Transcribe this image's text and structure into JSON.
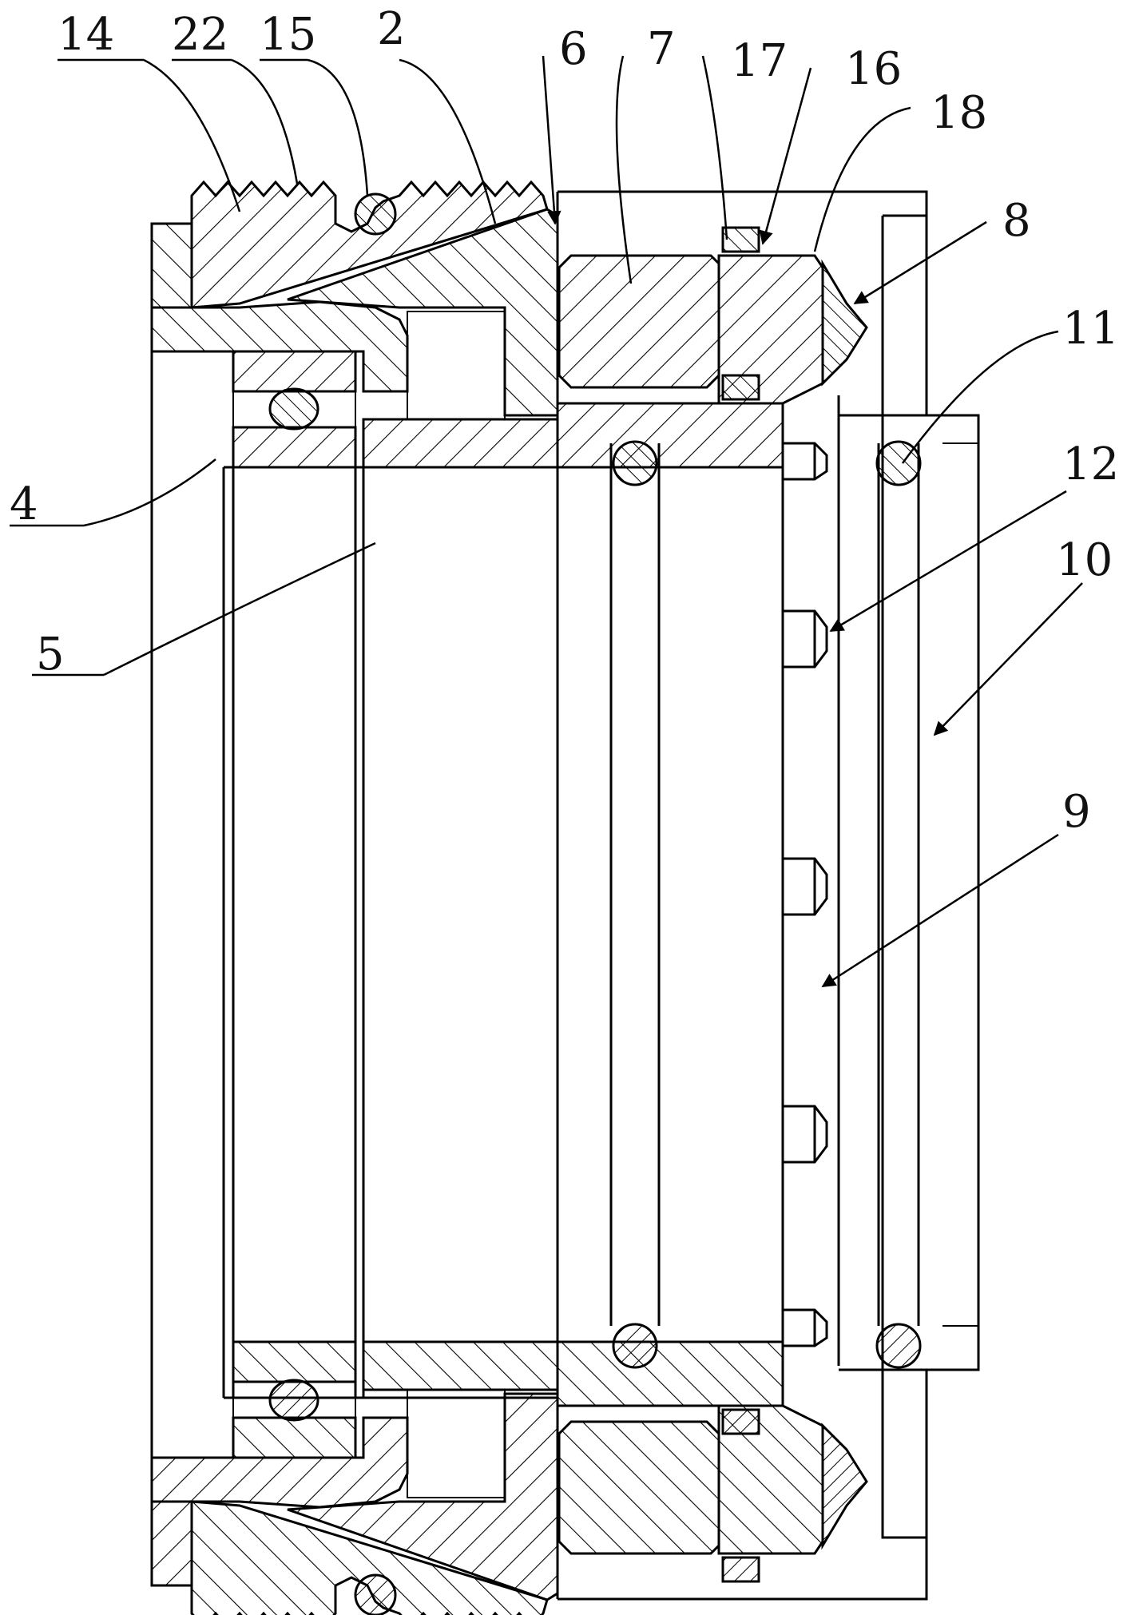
{
  "drawing": {
    "colors": {
      "line": "#000000",
      "background": "#ffffff"
    },
    "callouts": [
      {
        "id": "c14",
        "text": "14",
        "underlined": true
      },
      {
        "id": "c22",
        "text": "22",
        "underlined": true
      },
      {
        "id": "c15",
        "text": "15",
        "underlined": true
      },
      {
        "id": "c2",
        "text": "2",
        "underlined": false
      },
      {
        "id": "c6",
        "text": "6",
        "underlined": false
      },
      {
        "id": "c7",
        "text": "7",
        "underlined": false
      },
      {
        "id": "c17",
        "text": "17",
        "underlined": false
      },
      {
        "id": "c16",
        "text": "16",
        "underlined": false
      },
      {
        "id": "c18",
        "text": "18",
        "underlined": false
      },
      {
        "id": "c8",
        "text": "8",
        "underlined": false
      },
      {
        "id": "c11",
        "text": "11",
        "underlined": false
      },
      {
        "id": "c4",
        "text": "4",
        "underlined": true
      },
      {
        "id": "c12",
        "text": "12",
        "underlined": false
      },
      {
        "id": "c10",
        "text": "10",
        "underlined": false
      },
      {
        "id": "c5",
        "text": "5",
        "underlined": true
      },
      {
        "id": "c9",
        "text": "9",
        "underlined": false
      }
    ]
  }
}
